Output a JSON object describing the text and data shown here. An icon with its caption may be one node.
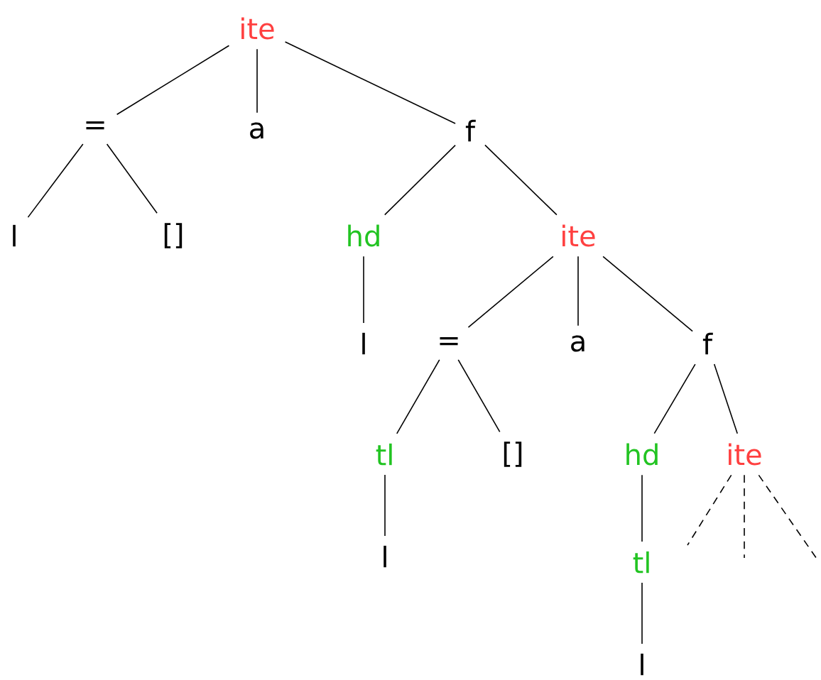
{
  "diagram": {
    "nodes": [
      {
        "text": [
          "ite"
        ]
      },
      {
        "text": [
          "="
        ]
      },
      {
        "text": [
          "a"
        ]
      },
      {
        "text": [
          "f"
        ]
      },
      {
        "text": [
          "l"
        ]
      },
      {
        "text": [
          "[]"
        ]
      },
      {
        "text": [
          "hd"
        ]
      },
      {
        "text": [
          "ite"
        ]
      },
      {
        "text": [
          "l"
        ]
      },
      {
        "text": [
          "="
        ]
      },
      {
        "text": [
          "a"
        ]
      },
      {
        "text": [
          "f"
        ]
      },
      {
        "text": [
          "tl"
        ]
      },
      {
        "text": [
          "[]"
        ]
      },
      {
        "text": [
          "hd"
        ]
      },
      {
        "text": [
          "ite"
        ]
      },
      {
        "text": [
          "l"
        ]
      },
      {
        "text": [
          "tl"
        ]
      },
      {
        "text": [
          "l"
        ]
      }
    ],
    "edges": [
      {
        "from": 0,
        "to": 1,
        "arrow": "none"
      },
      {
        "from": 0,
        "to": 2,
        "arrow": "none"
      },
      {
        "from": 0,
        "to": 3,
        "arrow": "none"
      },
      {
        "from": 1,
        "to": 4,
        "arrow": "none"
      },
      {
        "from": 1,
        "to": 5,
        "arrow": "none"
      },
      {
        "from": 3,
        "to": 6,
        "arrow": "none"
      },
      {
        "from": 3,
        "to": 7,
        "arrow": "none"
      },
      {
        "from": 6,
        "to": 8,
        "arrow": "none"
      },
      {
        "from": 7,
        "to": 9,
        "arrow": "none"
      },
      {
        "from": 7,
        "to": 10,
        "arrow": "none"
      },
      {
        "from": 7,
        "to": 11,
        "arrow": "none"
      },
      {
        "from": 9,
        "to": 12,
        "arrow": "none"
      },
      {
        "from": 9,
        "to": 13,
        "arrow": "none"
      },
      {
        "from": 11,
        "to": 14,
        "arrow": "none"
      },
      {
        "from": 11,
        "to": 15,
        "arrow": "none"
      },
      {
        "from": 12,
        "to": 16,
        "arrow": "none"
      },
      {
        "from": 14,
        "to": 17,
        "arrow": "none"
      },
      {
        "from": 17,
        "to": 18,
        "arrow": "none"
      },
      {
        "from": 15,
        "to": null,
        "arrow": "none",
        "style": "dashed"
      },
      {
        "from": 15,
        "to": null,
        "arrow": "none",
        "style": "dashed"
      },
      {
        "from": 15,
        "to": null,
        "arrow": "none",
        "style": "dashed"
      }
    ]
  }
}
